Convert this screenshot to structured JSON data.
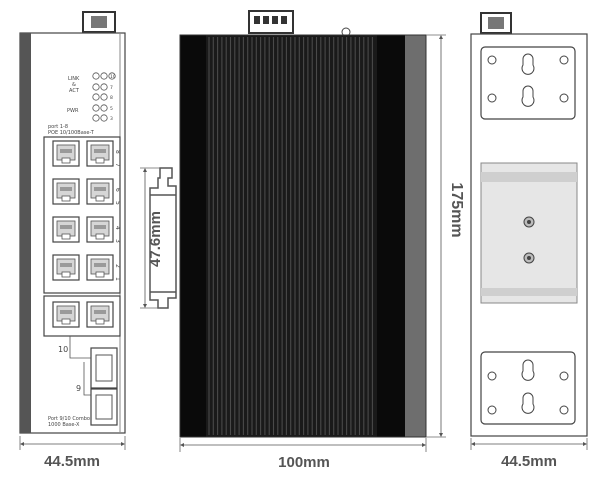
{
  "front_panel": {
    "led_labels": {
      "link": "LINK",
      "and": "&",
      "act": "ACT",
      "pwr": "PWR"
    },
    "led_numbers": [
      "10",
      "7",
      "8",
      "5",
      "3",
      "1"
    ],
    "port_header_line1": "port 1-8",
    "port_header_line2": "POE 10/100Base-T",
    "right_port_numbers": [
      "8",
      "7",
      "6",
      "5",
      "4",
      "3",
      "2",
      "1"
    ],
    "combo_labels": {
      "rj45": "10",
      "sfp": "9"
    },
    "footer_line1": "Port 9/10 Combo",
    "footer_line2": "1000 Base-X"
  },
  "dimensions": {
    "width_front": "44.5mm",
    "depth": "100mm",
    "width_back": "44.5mm",
    "height": "175mm",
    "din_rail": "47.6mm"
  },
  "colors": {
    "heatsink": "#1a1a1a",
    "fin_light": "#4a4a4a",
    "outline": "#444444",
    "dim_text": "#555555"
  }
}
